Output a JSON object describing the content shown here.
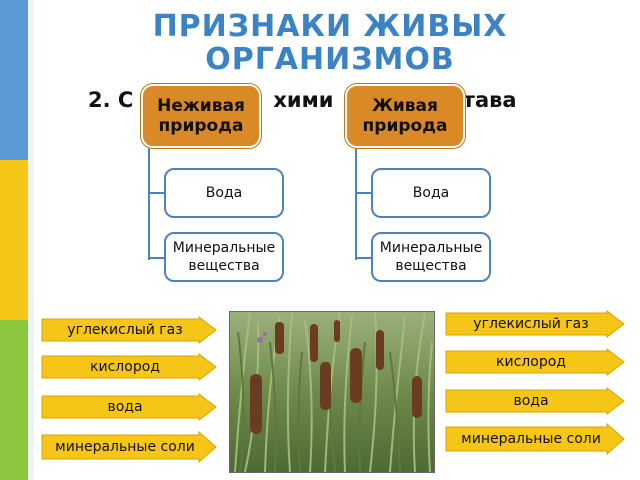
{
  "title": "ПРИЗНАКИ ЖИВЫХ ОРГАНИЗМОВ",
  "subtitle": {
    "part1": "2. С",
    "part2": "хими",
    "part3": "состава"
  },
  "nonliving": {
    "header": "Неживая природа",
    "items": [
      "Вода",
      "Минеральные вещества"
    ]
  },
  "living": {
    "header": "Живая природа",
    "items": [
      "Вода",
      "Минеральные вещества"
    ]
  },
  "left_arrows": [
    "углекислый газ",
    "кислород",
    "вода",
    "минеральные соли"
  ],
  "right_arrows": [
    "углекислый газ",
    "кислород",
    "вода",
    "минеральные соли"
  ],
  "colors": {
    "title": "#3b83c4",
    "header_fill": "#d98a26",
    "box_border": "#4f81bd",
    "arrow_fill": "#f5c518"
  },
  "image": "cattail-plants-photo"
}
